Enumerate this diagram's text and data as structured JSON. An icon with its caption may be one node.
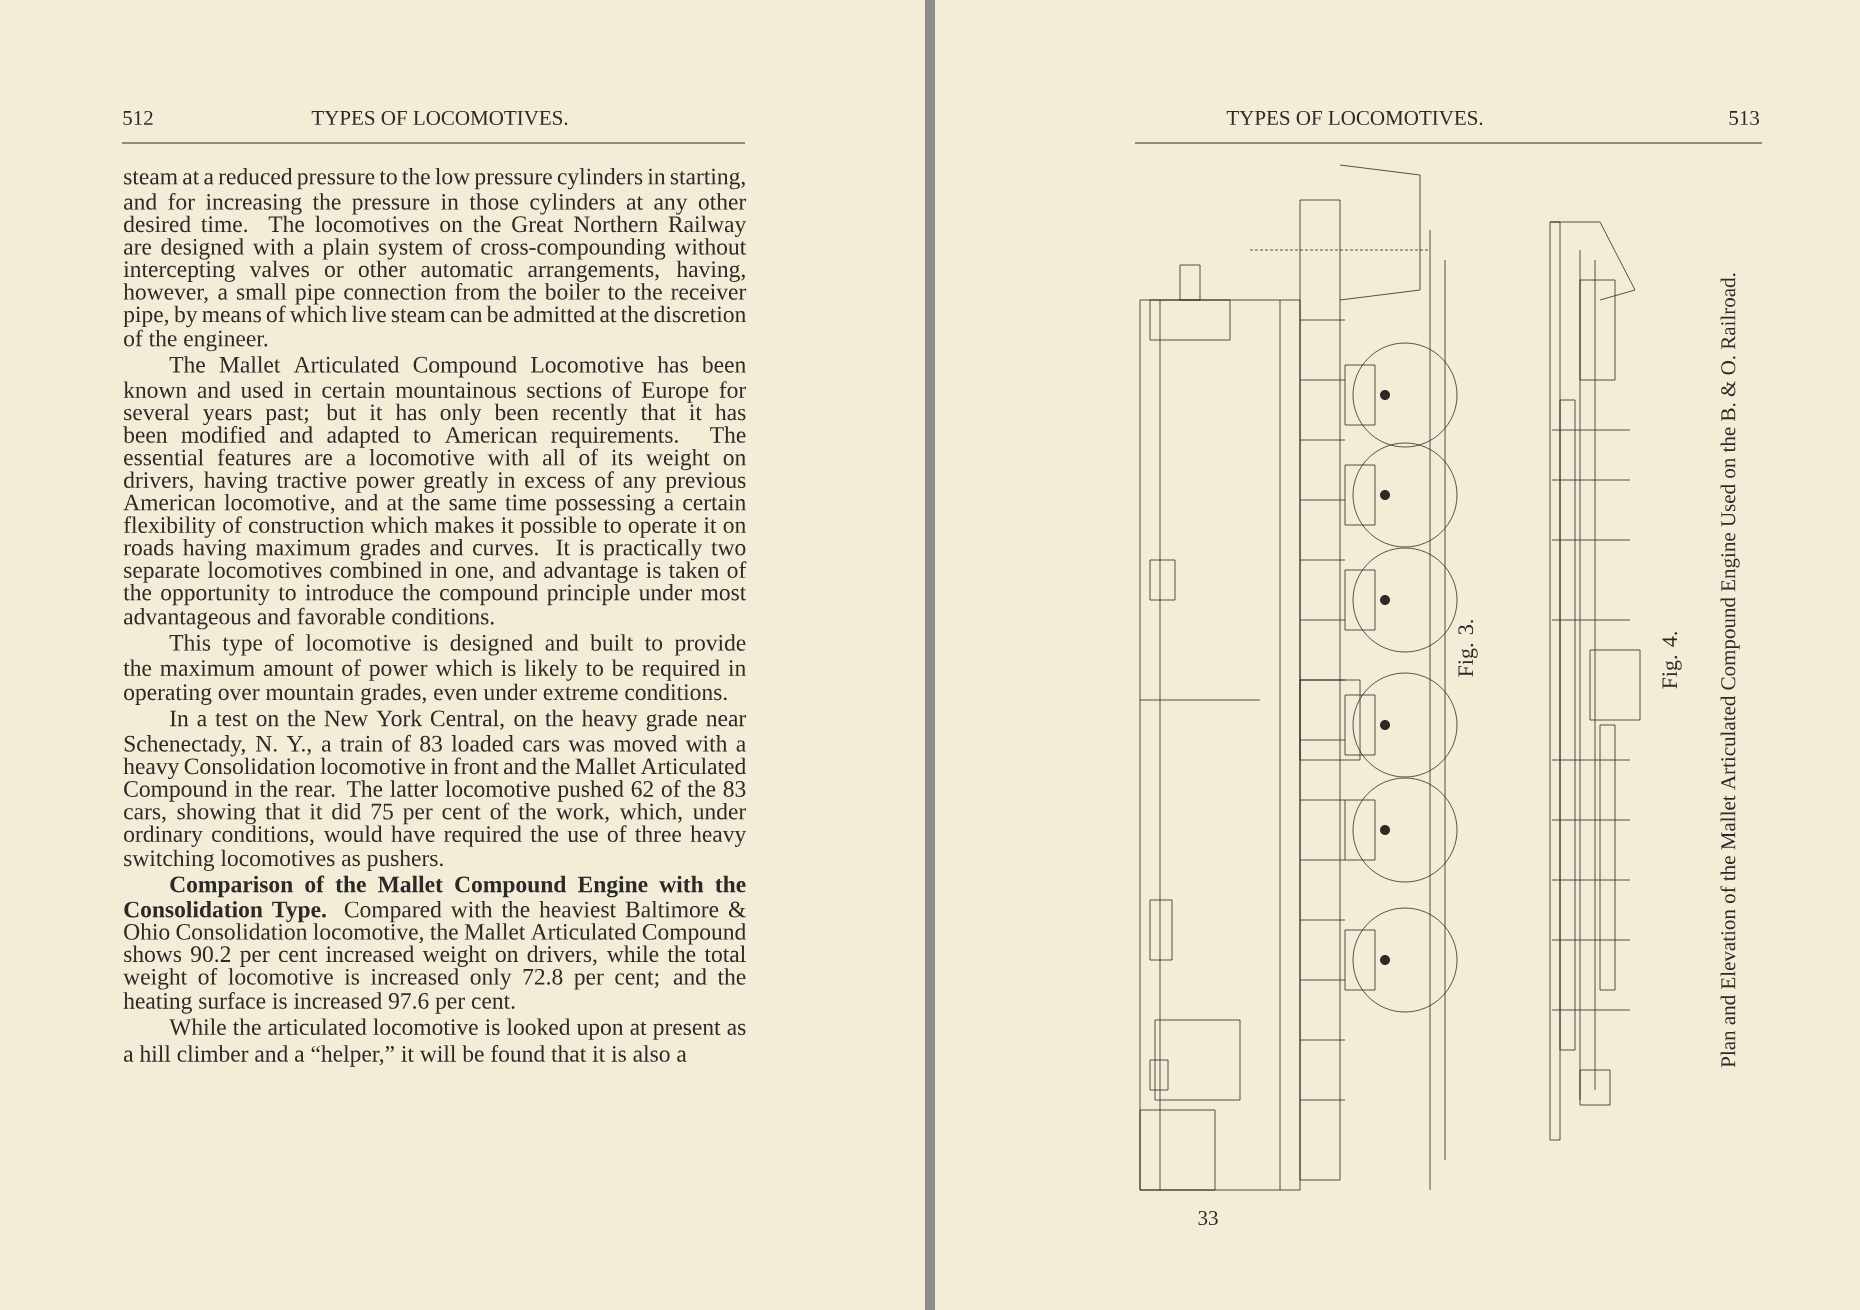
{
  "diagram": {
    "caption": "Plan and Elevation of the Mallet Articulated Compound Engine Used on the B. & O. Railroad.",
    "labels": [
      "512",
      "TYPES OF LOCOMOTIVES.",
      "steam at a reduced pressure to the low pressure cylinders in starting, and for increasing the pressure in those cylinders at any other desired time. The locomotives on the Great Northern Railway are designed with a plain system of cross-compounding without intercepting valves or other automatic arrangements, having, however, a small pipe connection from the boiler to the receiver pipe, by means of which live steam can be admitted at the discretion of the engineer.",
      "The Mallet Articulated Compound Locomotive has been known and used in certain mountainous sections of Europe for several years past; but it has only been recently that it has been modified and adapted to American requirements. The essential features are a locomotive with all of its weight on drivers, having tractive power greatly in excess of any previous American locomotive, and at the same time possessing a certain flexibility of construction which makes it possible to operate it on roads having maximum grades and curves. It is practically two separate locomotives combined in one, and advantage is taken of the opportunity to introduce the compound principle under most advantageous and favorable conditions.",
      "This type of locomotive is designed and built to provide the maximum amount of power which is likely to be required in operating over mountain grades, even under extreme conditions.",
      "In a test on the New York Central, on the heavy grade near Schenectady, N. Y., a train of 83 loaded cars was moved with a heavy Consolidation locomotive in front and the Mallet Articulated Compound in the rear. The latter locomotive pushed 62 of the 83 cars, showing that it did 75 per cent of the work, which, under ordinary conditions, would have required the use of three heavy switching locomotives as pushers.",
      "**Comparison of the Mallet Compound Engine with the Consolidation Type.** Compared with the heaviest Baltimore & Ohio Consolidation locomotive, the Mallet Articulated Compound shows 90.2 per cent increased weight on drivers, while the total weight of locomotive is increased only 72.8 per cent; and the heating surface is increased 97.6 per cent.",
      "While the articulated locomotive is looked upon at present as a hill climber and a “helper,” it will be found that it is also a",
      "TYPES OF LOCOMOTIVES.",
      "513",
      "Fig. 3.",
      "Fig. 4.",
      "33"
    ]
  }
}
